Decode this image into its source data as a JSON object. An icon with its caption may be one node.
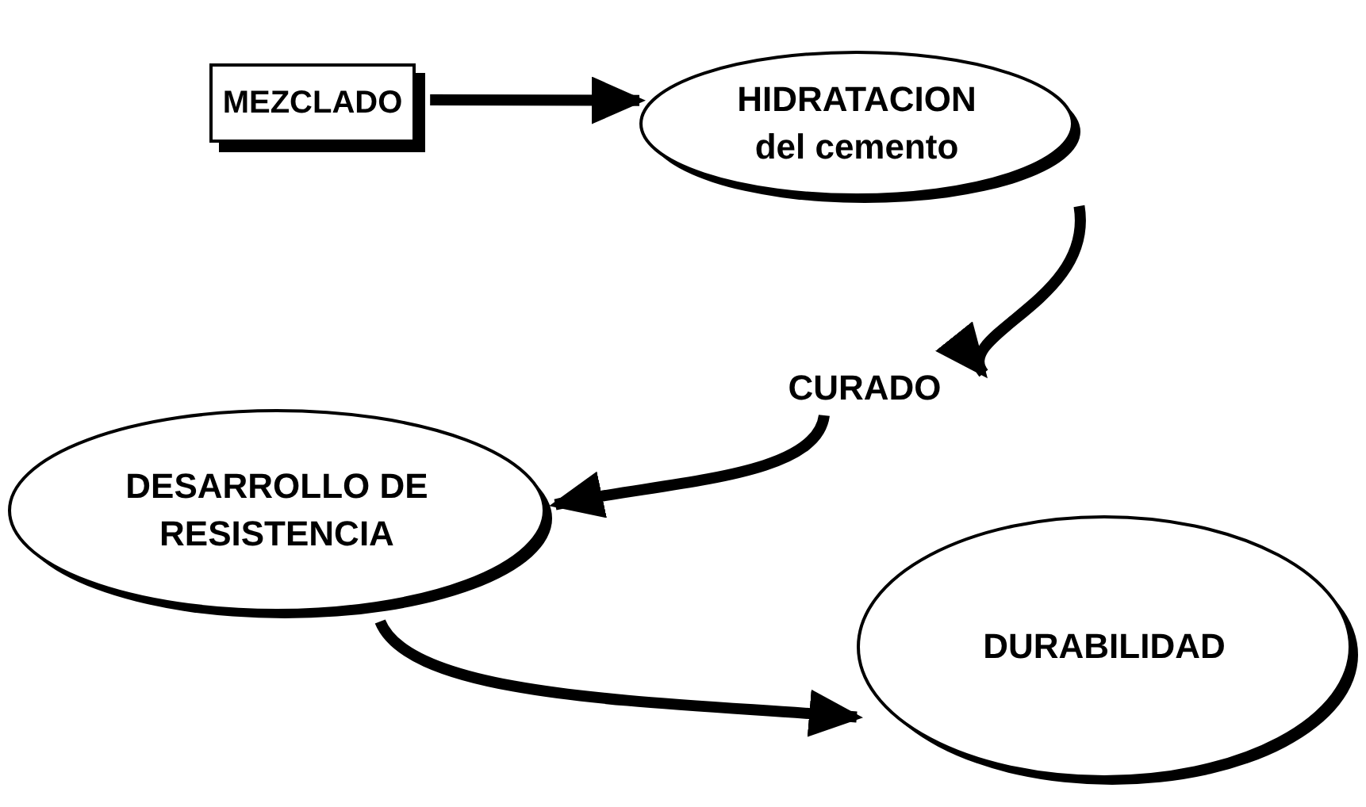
{
  "diagram": {
    "nodes": [
      {
        "text": [
          "MEZCLADO"
        ]
      },
      {
        "text": [
          "HIDRATACION del cemento"
        ]
      },
      {
        "text": [
          "CURADO"
        ]
      },
      {
        "text": [
          "DESARROLLO DE RESISTENCIA"
        ]
      },
      {
        "text": [
          "DURABILIDAD"
        ]
      }
    ],
    "edges": [
      {
        "from": 0,
        "to": 1,
        "arrow": "to"
      },
      {
        "from": 1,
        "to": 2,
        "arrow": "to"
      },
      {
        "from": 2,
        "to": 3,
        "arrow": "to"
      },
      {
        "from": 3,
        "to": 4,
        "arrow": "to"
      }
    ]
  }
}
